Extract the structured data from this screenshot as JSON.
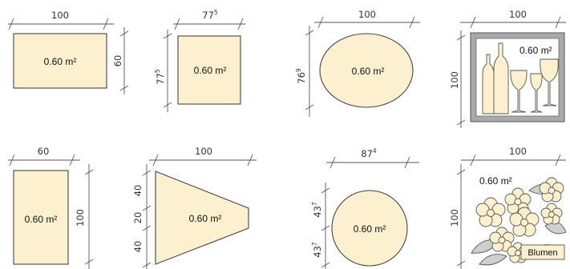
{
  "tiles": [
    {
      "shape": "rectangle",
      "area": "0.60 m²",
      "width": "100",
      "height": "60"
    },
    {
      "shape": "square",
      "area": "0.60 m²",
      "width_main": "77",
      "width_sup": "5",
      "height_main": "77",
      "height_sup": "5"
    },
    {
      "shape": "ellipse",
      "area": "0.60 m²",
      "width": "100",
      "height_main": "76",
      "height_sup": "9"
    },
    {
      "shape": "framed-picture",
      "area": "0.60 m²",
      "width": "100",
      "height": "100",
      "motif": "wine-bottles-and-glasses"
    },
    {
      "shape": "portrait-rectangle",
      "area": "0.60 m²",
      "width": "60",
      "height": "100"
    },
    {
      "shape": "trapezoid",
      "area": "0.60 m²",
      "width": "100",
      "segments": [
        "40",
        "20",
        "40"
      ]
    },
    {
      "shape": "circle",
      "area": "0.60 m²",
      "width_main": "87",
      "width_sup": "4",
      "height_main": "43",
      "height_sup": "7"
    },
    {
      "shape": "flower-cluster",
      "area": "0.60 m²",
      "width": "100",
      "height": "100",
      "label": "Blumen"
    }
  ],
  "colors": {
    "fill": "#fdf0cf",
    "stroke": "#444444",
    "frame": "#999999"
  }
}
